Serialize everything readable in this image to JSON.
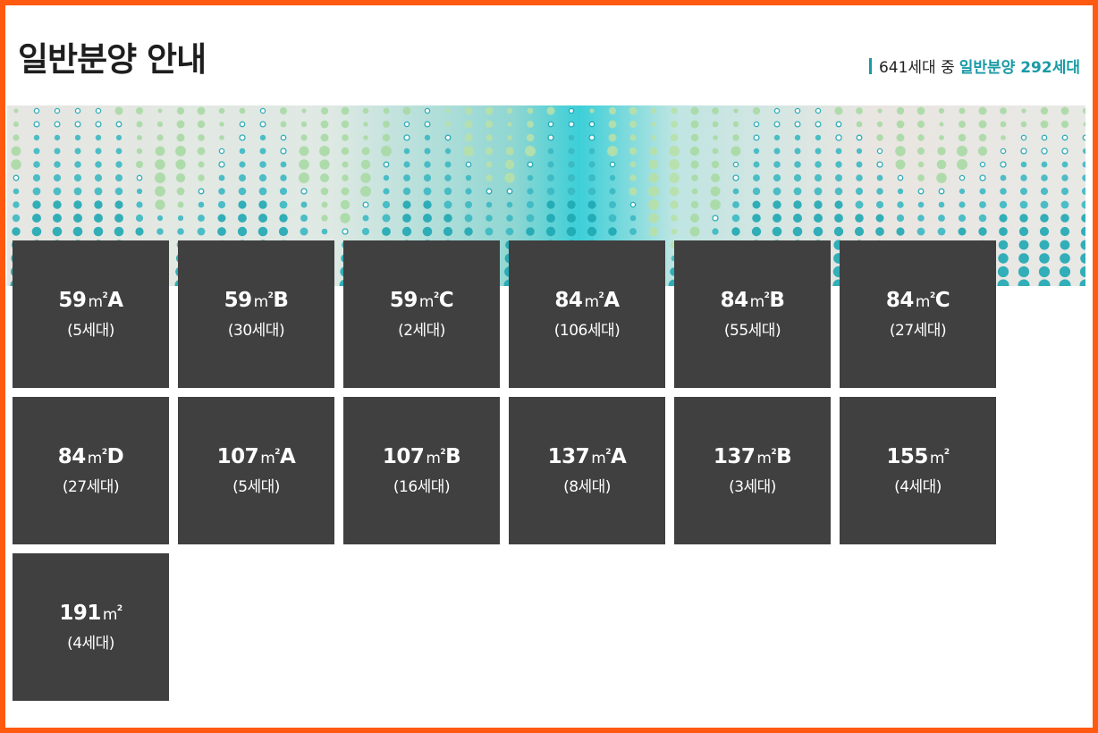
{
  "page": {
    "title": "일반분양 안내",
    "summary_prefix": "641세대 중",
    "summary_accent": "일반분양 292세대"
  },
  "colors": {
    "frame": "#ff5a10",
    "accent": "#1a9aa6",
    "tile_bg": "#404040"
  },
  "banner": {
    "icon": "dotted-pattern-banner"
  },
  "unit_types": [
    {
      "type": "59",
      "suffix": "A",
      "units": "(5세대)"
    },
    {
      "type": "59",
      "suffix": "B",
      "units": "(30세대)"
    },
    {
      "type": "59",
      "suffix": "C",
      "units": "(2세대)"
    },
    {
      "type": "84",
      "suffix": "A",
      "units": "(106세대)"
    },
    {
      "type": "84",
      "suffix": "B",
      "units": "(55세대)"
    },
    {
      "type": "84",
      "suffix": "C",
      "units": "(27세대)"
    },
    {
      "type": "84",
      "suffix": "D",
      "units": "(27세대)"
    },
    {
      "type": "107",
      "suffix": "A",
      "units": "(5세대)"
    },
    {
      "type": "107",
      "suffix": "B",
      "units": "(16세대)"
    },
    {
      "type": "137",
      "suffix": "A",
      "units": "(8세대)"
    },
    {
      "type": "137",
      "suffix": "B",
      "units": "(3세대)"
    },
    {
      "type": "155",
      "suffix": "",
      "units": "(4세대)"
    },
    {
      "type": "191",
      "suffix": "",
      "units": "(4세대)"
    }
  ],
  "unit_symbol": "m",
  "unit_sup": "2"
}
